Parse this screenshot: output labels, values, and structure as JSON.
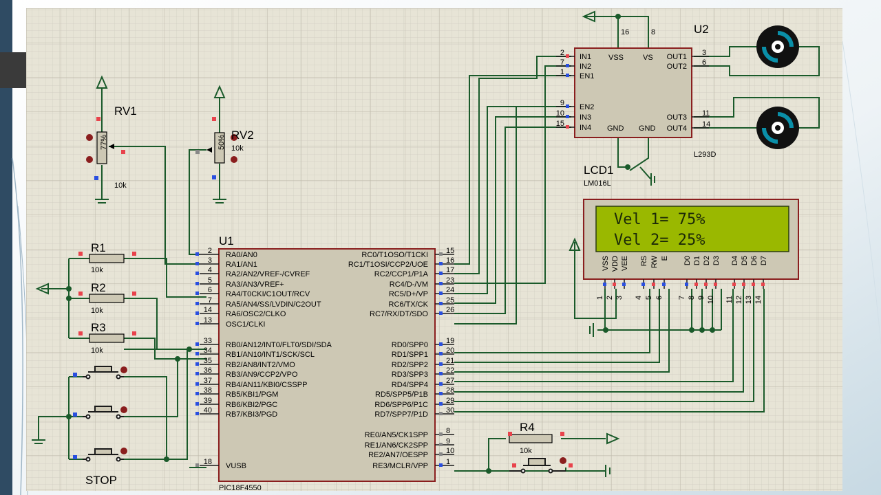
{
  "colors": {
    "grid_bg": "#e7e4d6",
    "grid_line": "#c9c6b8",
    "wire": "#1a5a2a",
    "chip_fill": "#cdc8b4",
    "chip_stroke": "#8a1e1e",
    "lcd_screen": "#9ab800",
    "motor": "#0a8fa8",
    "pin_red": "#e8434c",
    "pin_blue": "#2a4fe0",
    "slide_dark": "#2f4b63"
  },
  "u1": {
    "ref": "U1",
    "part": "PIC18F4550",
    "left_pins": [
      {
        "num": "2",
        "name": "RA0/AN0"
      },
      {
        "num": "3",
        "name": "RA1/AN1"
      },
      {
        "num": "4",
        "name": "RA2/AN2/VREF-/CVREF"
      },
      {
        "num": "5",
        "name": "RA3/AN3/VREF+"
      },
      {
        "num": "6",
        "name": "RA4/T0CKI/C1OUT/RCV"
      },
      {
        "num": "7",
        "name": "RA5/AN4/SS/LVDIN/C2OUT"
      },
      {
        "num": "14",
        "name": "RA6/OSC2/CLKO"
      },
      {
        "num": "13",
        "name": "OSC1/CLKI"
      },
      {
        "num": "33",
        "name": "RB0/AN12/INT0/FLT0/SDI/SDA"
      },
      {
        "num": "34",
        "name": "RB1/AN10/INT1/SCK/SCL"
      },
      {
        "num": "35",
        "name": "RB2/AN8/INT2/VMO"
      },
      {
        "num": "36",
        "name": "RB3/AN9/CCP2/VPO"
      },
      {
        "num": "37",
        "name": "RB4/AN11/KBI0/CSSPP"
      },
      {
        "num": "38",
        "name": "RB5/KBI1/PGM"
      },
      {
        "num": "39",
        "name": "RB6/KBI2/PGC"
      },
      {
        "num": "40",
        "name": "RB7/KBI3/PGD"
      },
      {
        "num": "18",
        "name": "VUSB"
      }
    ],
    "right_pins": [
      {
        "num": "15",
        "name": "RC0/T1OSO/T1CKI"
      },
      {
        "num": "16",
        "name": "RC1/T1OSI/CCP2/UOE"
      },
      {
        "num": "17",
        "name": "RC2/CCP1/P1A"
      },
      {
        "num": "23",
        "name": "RC4/D-/VM"
      },
      {
        "num": "24",
        "name": "RC5/D+/VP"
      },
      {
        "num": "25",
        "name": "RC6/TX/CK"
      },
      {
        "num": "26",
        "name": "RC7/RX/DT/SDO"
      },
      {
        "num": "19",
        "name": "RD0/SPP0"
      },
      {
        "num": "20",
        "name": "RD1/SPP1"
      },
      {
        "num": "21",
        "name": "RD2/SPP2"
      },
      {
        "num": "22",
        "name": "RD3/SPP3"
      },
      {
        "num": "27",
        "name": "RD4/SPP4"
      },
      {
        "num": "28",
        "name": "RD5/SPP5/P1B"
      },
      {
        "num": "29",
        "name": "RD6/SPP6/P1C"
      },
      {
        "num": "30",
        "name": "RD7/SPP7/P1D"
      },
      {
        "num": "8",
        "name": "RE0/AN5/CK1SPP"
      },
      {
        "num": "9",
        "name": "RE1/AN6/CK2SPP"
      },
      {
        "num": "10",
        "name": "RE2/AN7/OESPP"
      },
      {
        "num": "1",
        "name": "RE3/MCLR/VPP"
      }
    ]
  },
  "u2": {
    "ref": "U2",
    "part": "L293D",
    "left_pins": [
      {
        "num": "2",
        "name": "IN1"
      },
      {
        "num": "7",
        "name": "IN2"
      },
      {
        "num": "1",
        "name": "EN1"
      },
      {
        "num": "9",
        "name": "EN2"
      },
      {
        "num": "10",
        "name": "IN3"
      },
      {
        "num": "15",
        "name": "IN4"
      }
    ],
    "right_pins": [
      {
        "num": "3",
        "name": "OUT1"
      },
      {
        "num": "6",
        "name": "OUT2"
      },
      {
        "num": "11",
        "name": "OUT3"
      },
      {
        "num": "14",
        "name": "OUT4"
      }
    ],
    "top_pins": [
      {
        "num": "16",
        "name": "VSS"
      },
      {
        "num": "8",
        "name": "VS"
      }
    ],
    "bottom_labels": [
      "GND",
      "GND"
    ]
  },
  "lcd": {
    "ref": "LCD1",
    "part": "LM016L",
    "line1": "Vel 1= 75%",
    "line2": "Vel 2= 25%",
    "pins": [
      {
        "num": "1",
        "name": "VSS"
      },
      {
        "num": "2",
        "name": "VDD"
      },
      {
        "num": "3",
        "name": "VEE"
      },
      {
        "num": "4",
        "name": "RS"
      },
      {
        "num": "5",
        "name": "RW"
      },
      {
        "num": "6",
        "name": "E"
      },
      {
        "num": "7",
        "name": "D0"
      },
      {
        "num": "8",
        "name": "D1"
      },
      {
        "num": "9",
        "name": "D2"
      },
      {
        "num": "10",
        "name": "D3"
      },
      {
        "num": "11",
        "name": "D4"
      },
      {
        "num": "12",
        "name": "D5"
      },
      {
        "num": "13",
        "name": "D6"
      },
      {
        "num": "14",
        "name": "D7"
      }
    ]
  },
  "rv1": {
    "ref": "RV1",
    "value": "10k",
    "percent": "77%"
  },
  "rv2": {
    "ref": "RV2",
    "value": "10k",
    "percent": "50%"
  },
  "resistors": [
    {
      "ref": "R1",
      "value": "10k"
    },
    {
      "ref": "R2",
      "value": "10k"
    },
    {
      "ref": "R3",
      "value": "10k"
    },
    {
      "ref": "R4",
      "value": "10k"
    }
  ],
  "buttons": {
    "stop_label": "STOP"
  }
}
